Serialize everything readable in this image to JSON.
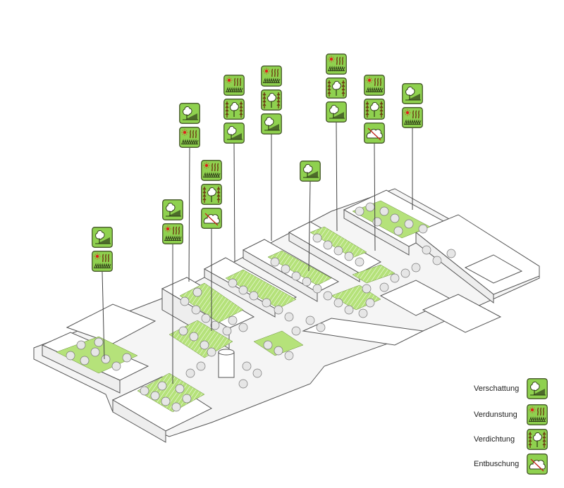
{
  "colors": {
    "icon_fill": "#8fd14f",
    "icon_border": "#3a4a1e",
    "lawn": "#b5e27a",
    "sun": "#e0201b",
    "trunk": "#6b3a10",
    "building_line": "#555555",
    "text": "#222222"
  },
  "legend": [
    {
      "label": "Verschattung",
      "icon": "shade-tree-icon"
    },
    {
      "label": "Verdunstung",
      "icon": "evaporation-icon"
    },
    {
      "label": "Verdichtung",
      "icon": "densification-icon"
    },
    {
      "label": "Entbuschung",
      "icon": "debushing-icon"
    }
  ],
  "callouts": [
    {
      "icons": [
        "shade-tree-icon",
        "evaporation-icon"
      ]
    },
    {
      "icons": [
        "shade-tree-icon",
        "evaporation-icon"
      ]
    },
    {
      "icons": [
        "shade-tree-icon",
        "evaporation-icon"
      ]
    },
    {
      "icons": [
        "evaporation-icon",
        "densification-icon",
        "debushing-icon"
      ]
    },
    {
      "icons": [
        "evaporation-icon",
        "densification-icon",
        "shade-tree-icon"
      ]
    },
    {
      "icons": [
        "evaporation-icon",
        "densification-icon",
        "shade-tree-icon"
      ]
    },
    {
      "icons": [
        "shade-tree-icon"
      ]
    },
    {
      "icons": [
        "evaporation-icon",
        "densification-icon",
        "shade-tree-icon"
      ]
    },
    {
      "icons": [
        "evaporation-icon",
        "densification-icon",
        "debushing-icon"
      ]
    },
    {
      "icons": [
        "shade-tree-icon",
        "evaporation-icon"
      ]
    }
  ]
}
